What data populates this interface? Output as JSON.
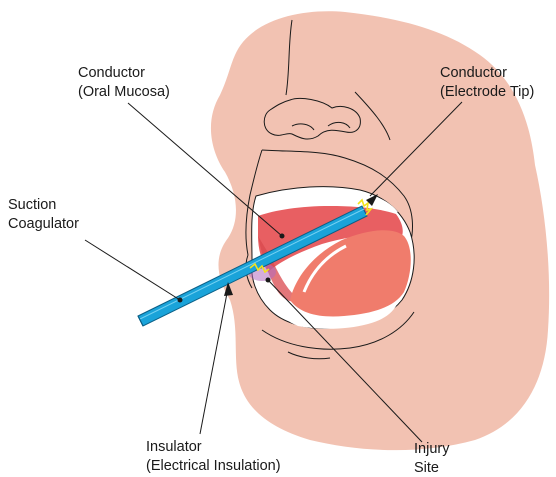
{
  "labels": {
    "conductor_oral_mucosa": {
      "line1": "Conductor",
      "line2": "(Oral Mucosa)"
    },
    "conductor_electrode_tip": {
      "line1": "Conductor",
      "line2": "(Electrode Tip)"
    },
    "suction_coagulator": {
      "line1": "Suction",
      "line2": "Coagulator"
    },
    "insulator": {
      "line1": "Insulator",
      "line2": "(Electrical Insulation)"
    },
    "injury_site": {
      "line1": "Injury",
      "line2": "Site"
    }
  },
  "colors": {
    "skin": "#f2c2b2",
    "outline": "#1a1a1a",
    "oral_mucosa": "#e85f62",
    "tongue": "#f07c6c",
    "teeth": "#ffffff",
    "probe": "#1aa3d9",
    "probe_stroke": "#0b5f86",
    "electrode_spark": "#f2e21c",
    "injury_glow": "#b26cc0"
  },
  "icons": {
    "spark": "zigzag-spark-icon"
  }
}
